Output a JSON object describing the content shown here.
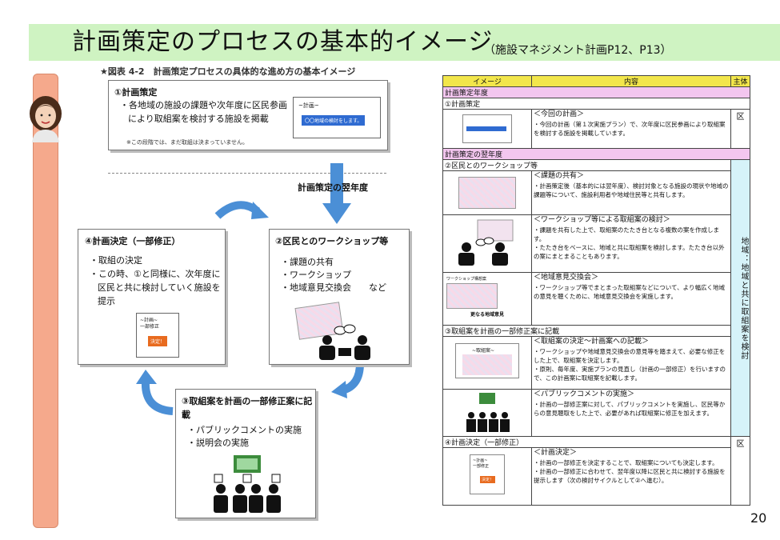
{
  "header": {
    "title": "計画策定のプロセスの基本的イメージ",
    "subtitle": "（施設マネジメント計画P12、P13）"
  },
  "figure": {
    "caption": "★図表 4-2　計画策定プロセスの具体的な進め方の基本イメージ",
    "year_arrow": "計画策定の翌年度",
    "box1": {
      "heading": "①計画策定",
      "bullet": "各地域の施設の課題や次年度に区民参画により取組案を検討する施設を掲載",
      "note": "※この段階では、まだ取組は決まっていません。",
      "card_title": "~計画~",
      "card_tag": "〇〇地域の検討をします。"
    },
    "box2": {
      "heading": "②区民とのワークショップ等",
      "items": [
        "課題の共有",
        "ワークショップ",
        "地域意見交換会　　など"
      ]
    },
    "box3": {
      "heading": "③取組案を計画の一部修正案に記載",
      "items": [
        "パブリックコメントの実施",
        "説明会の実施"
      ]
    },
    "box4": {
      "heading": "④計画決定（一部修正）",
      "items": [
        "取組の決定",
        "この時、①と同様に、次年度に区民と共に検討していく施設を提示"
      ],
      "card_title": "~計画~\n一部修正",
      "card_tag": "決定！"
    }
  },
  "table": {
    "headers": [
      "イメージ",
      "内容",
      "主体"
    ],
    "sections": {
      "s1": "計画策定年度",
      "s1a": "①計画策定",
      "s2": "計画策定の翌年度",
      "s2a": "②区民とのワークショップ等",
      "s3": "③取組案を計画の一部修正案に記載",
      "s4": "④計画決定（一部修正）"
    },
    "rows": {
      "r1": {
        "head": "＜今回の計画＞",
        "body": "・今回の計画（第１次実施プラン）で、次年度に区民参画により取組案を検討する施設を掲載しています。",
        "owner": "区"
      },
      "r2": {
        "head": "＜課題の共有＞",
        "body": "・計画策定後（基本的には翌年度）、検討対象となる施設の現状や地域の課題等について、施設利用者や地域住民等と共有します。"
      },
      "r3": {
        "head": "＜ワークショップ等による取組案の検討＞",
        "body": "・課題を共有した上で、取組案のたたき台となる複数の案を作成します。\n・たたき台をベースに、地域と共に取組案を検討します。たたき台以外の案にまとまることもあります。"
      },
      "r4": {
        "head": "＜地域意見交換会＞",
        "body": "・ワークショップ等でまとまった取組案などについて、より幅広く地域の意見を聴くために、地域意見交換会を実施します。",
        "img_label": "ワークショップ構想案",
        "img_caption": "更なる地域意見"
      },
      "r5": {
        "head": "＜取組案の決定～計画案への記載＞",
        "body": "・ワークショップや地域意見交換会の意見等を踏まえて、必要な修正をした上で、取組案を決定します。\n・原則、毎年度、実施プランの見直し（計画の一部修正）を行いますので、この計画案に取組案を記載します。",
        "img_label": "~取組案~"
      },
      "r6": {
        "head": "＜パブリックコメントの実施＞",
        "body": "・計画の一部修正案に対して、パブリックコメントを実施し、区民等からの意見聴取をした上で、必要があれば取組案に修正を加えます。"
      },
      "r7": {
        "head": "＜計画決定＞",
        "body": "・計画の一部修正を決定することで、取組案についても決定します。\n・計画の一部修正に合わせて、翌年度以降に区民と共に検討する施設を提示します（次の検討サイクルとして②へ進む）。",
        "owner": "区",
        "img_label": "~計画~\n一部修正",
        "img_tag": "決定！"
      }
    },
    "merged_owner": "地域：地域と共に取組案を検討"
  },
  "page_number": "20",
  "colors": {
    "title_band": "#cff3c2",
    "sidebar": "#f5a98c",
    "arrow": "#4b8fd6",
    "table_header": "#f2e64b",
    "section": "#f3c6ef",
    "vertical_owner": "#d6f3f9"
  }
}
